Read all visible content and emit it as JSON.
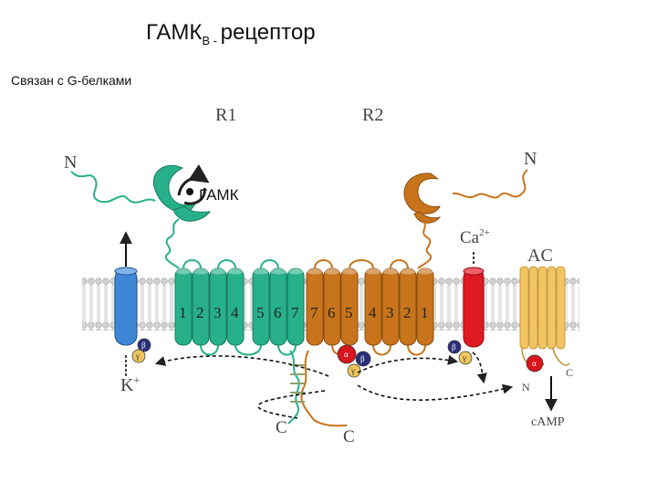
{
  "title": {
    "main": "ГАМК",
    "sub": "B - ",
    "rest": "рецептор"
  },
  "subtitle": "Связан с G-белками",
  "diagram": {
    "r1_label": "R1",
    "r2_label": "R2",
    "n_left": "N",
    "n_right": "N",
    "ligand_label": "ГАМК",
    "ca_label": "Ca",
    "ca_charge": "2+",
    "ac_label": "AC",
    "k_label": "K",
    "k_charge": "+",
    "c_left": "C",
    "c_right": "C",
    "camp_label": "cAMP",
    "ac_n": "N",
    "ac_c": "C",
    "r1_helices": [
      "1",
      "2",
      "3",
      "4",
      "5",
      "6",
      "7"
    ],
    "r2_helices": [
      "7",
      "6",
      "5",
      "4",
      "3",
      "2",
      "1"
    ],
    "g_alpha": "α",
    "g_beta": "β",
    "g_gamma": "γ",
    "colors": {
      "r1": "#27b08a",
      "r2": "#c8741c",
      "k_channel": "#3d86d6",
      "ca_channel": "#e01a22",
      "ac": "#f3c562",
      "membrane_head": "#cfcfcf",
      "g_alpha": "#d8151c",
      "g_beta": "#2a2f7a",
      "g_gamma": "#efc55a"
    }
  }
}
